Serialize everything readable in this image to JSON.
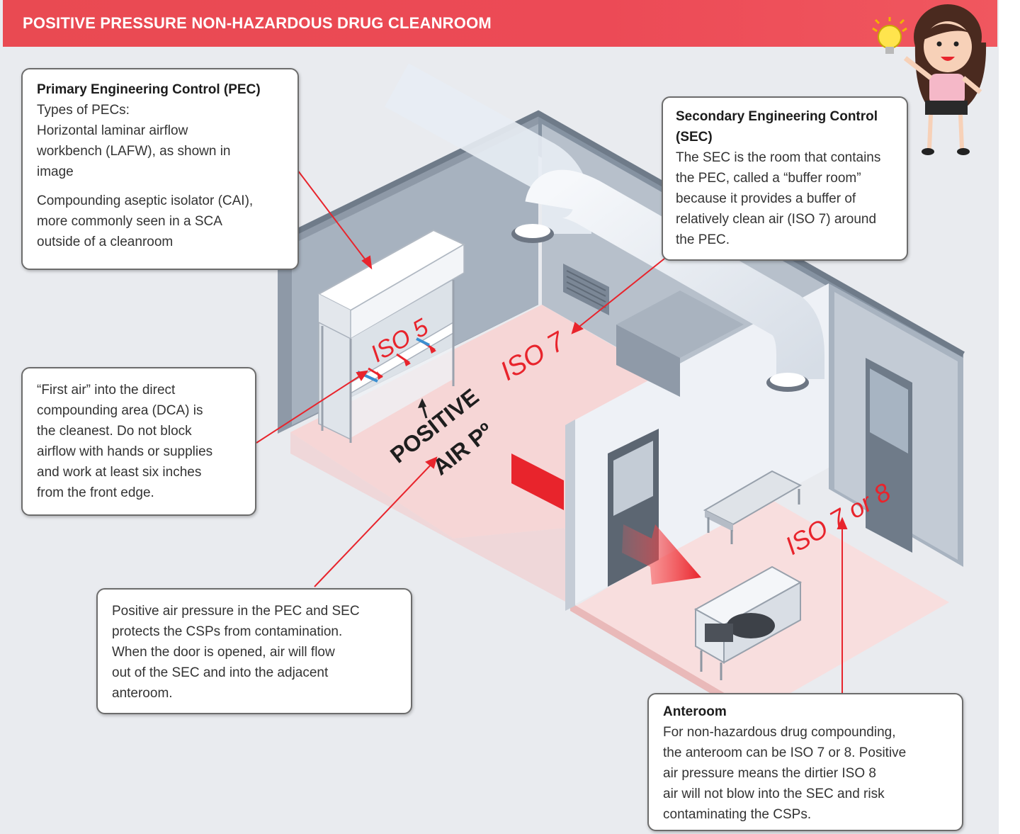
{
  "banner": {
    "title": "POSITIVE PRESSURE NON-HAZARDOUS DRUG CLEANROOM"
  },
  "callouts": {
    "pec": {
      "heading": "Primary Engineering Control (PEC)",
      "lines": [
        "Types of PECs:",
        "Horizontal laminar airflow",
        "workbench (LAFW), as shown in",
        "image"
      ],
      "lines2": [
        "Compounding aseptic isolator (CAI),",
        "more commonly seen in a SCA",
        "outside of a cleanroom"
      ]
    },
    "sec": {
      "heading": [
        "Secondary Engineering Control",
        "(SEC)"
      ],
      "lines": [
        "The SEC is the room that contains",
        "the PEC, called a “buffer room”",
        "because it provides a buffer of",
        "relatively clean air (ISO 7) around",
        "the PEC."
      ]
    },
    "first_air": {
      "lines": [
        "“First air” into the direct",
        "compounding area (DCA) is",
        "the cleanest. Do not block",
        "airflow with hands or supplies",
        "and work at least six inches",
        "from the front edge."
      ]
    },
    "positive": {
      "lines": [
        "Positive air pressure in the PEC and SEC",
        "protects the CSPs from contamination.",
        "When the door is opened, air will flow",
        "out of the SEC and into the adjacent",
        "anteroom."
      ]
    },
    "anteroom": {
      "heading": "Anteroom",
      "lines": [
        "For non-hazardous drug compounding,",
        "the anteroom can be ISO 7 or 8. Positive",
        "air pressure means the dirtier ISO 8",
        "air will not blow into the SEC and risk",
        "contaminating the CSPs."
      ]
    }
  },
  "diagram_labels": {
    "iso5": "ISO 5",
    "iso7": "ISO 7",
    "iso78": "ISO 7 or 8",
    "positive_1": "POSITIVE",
    "positive_2": "AIR Pº"
  },
  "colors": {
    "banner": "#ec4a56",
    "accent_red": "#e8242c",
    "floor_pink": "#f5d3d3",
    "wall_grey": "#8d98a6"
  },
  "icons": [
    "lightbulb-icon",
    "girl-mascot"
  ]
}
